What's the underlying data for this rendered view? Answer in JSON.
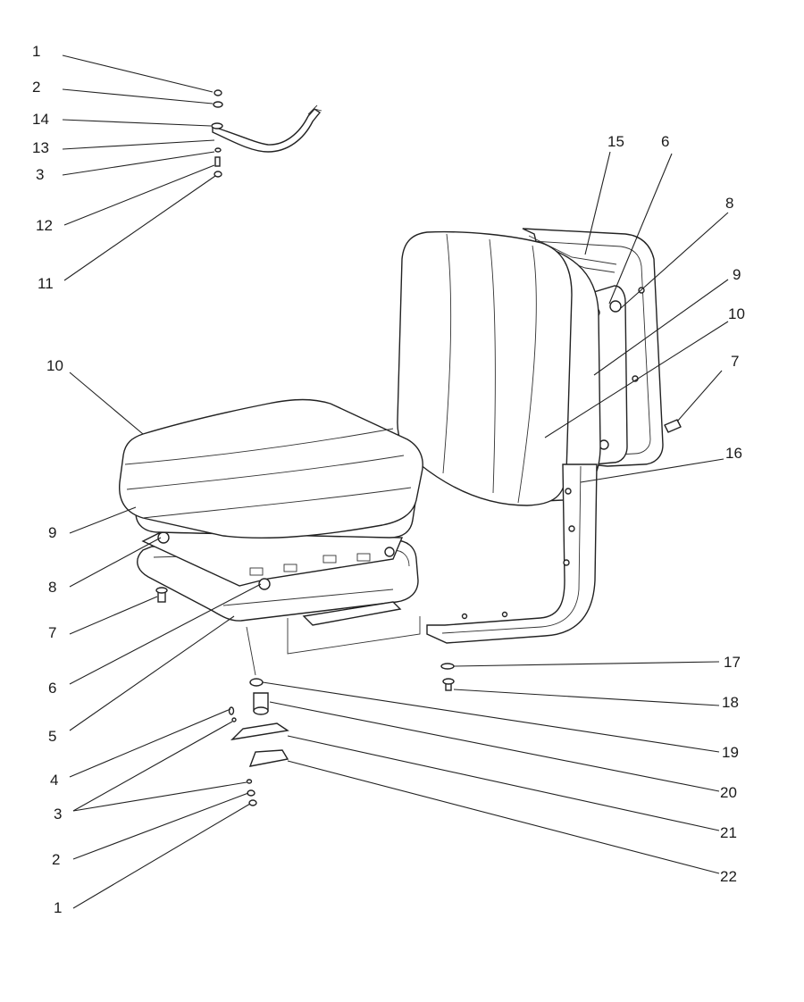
{
  "diagram": {
    "callouts": {
      "c1": "1",
      "c2": "2",
      "c14": "14",
      "c13": "13",
      "c3": "3",
      "c12": "12",
      "c11": "11",
      "c15": "15",
      "c6a": "6",
      "c8a": "8",
      "c9a": "9",
      "c10a": "10",
      "c7a": "7",
      "c16": "16",
      "c10b": "10",
      "c9b": "9",
      "c8b": "8",
      "c7b": "7",
      "c6b": "6",
      "c5": "5",
      "c4": "4",
      "c3b": "3",
      "c2b": "2",
      "c1b": "1",
      "c17": "17",
      "c18": "18",
      "c19": "19",
      "c20": "20",
      "c21": "21",
      "c22": "22"
    }
  }
}
